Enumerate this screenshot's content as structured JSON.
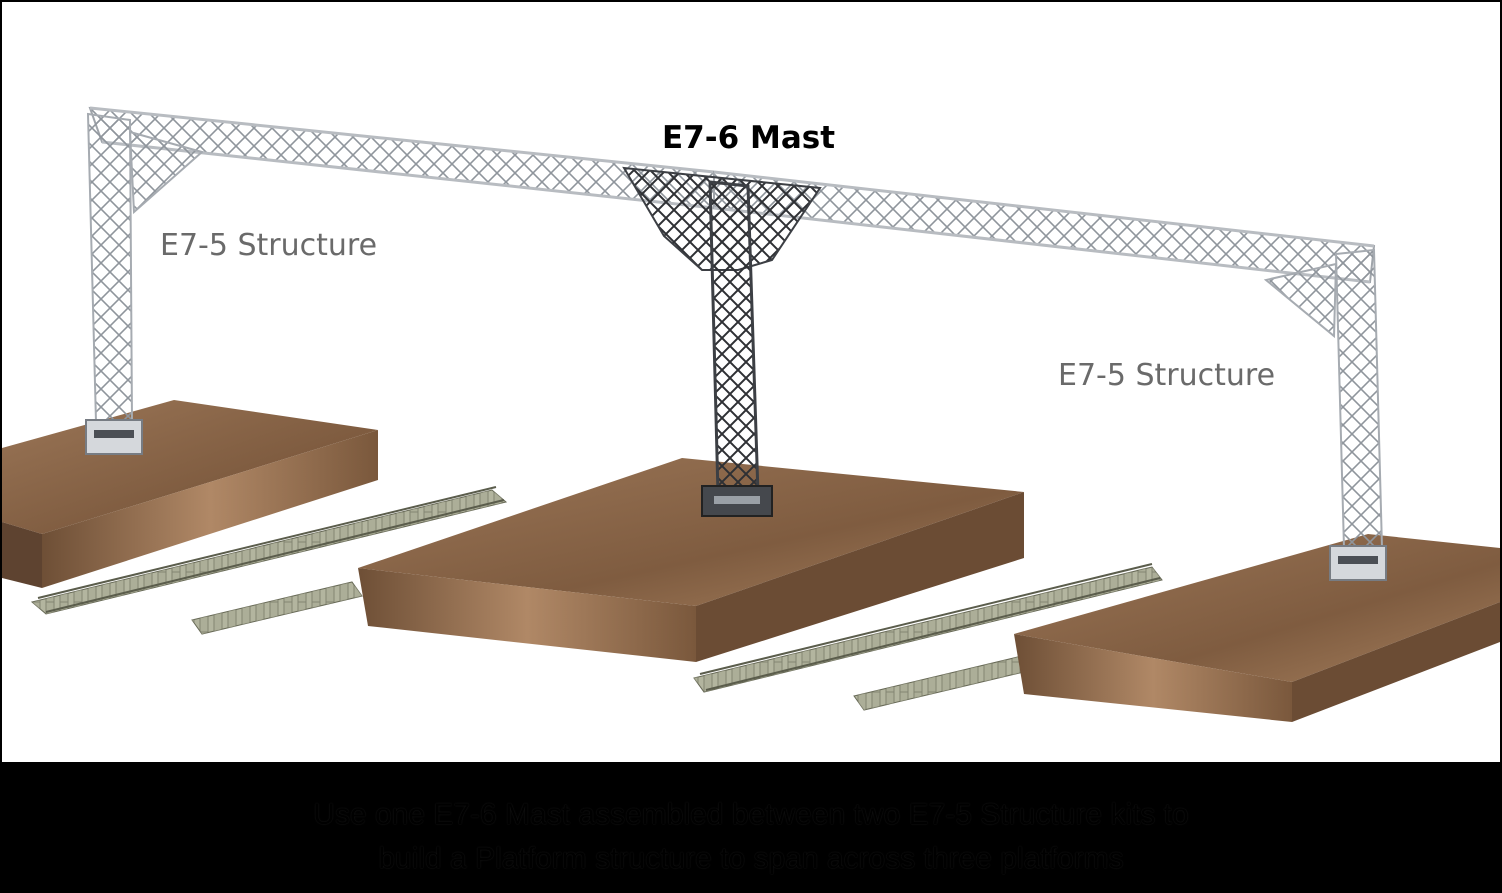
{
  "labels": {
    "mast": "E7-6 Mast",
    "structure_left": "E7-5 Structure",
    "structure_right": "E7-5 Structure"
  },
  "caption": {
    "line1": "Use one E7-6 Mast assembled between two E7-5 Structure kits to",
    "line2": "build a Platform structure to span across three platforms"
  },
  "colors": {
    "platform_top": "#8b6748",
    "platform_side": "#7a5a3f",
    "truss": "#c9ccd0",
    "mast": "#4a4d52",
    "track": "#9a9c88",
    "background": "#ffffff",
    "frame": "#000000"
  }
}
